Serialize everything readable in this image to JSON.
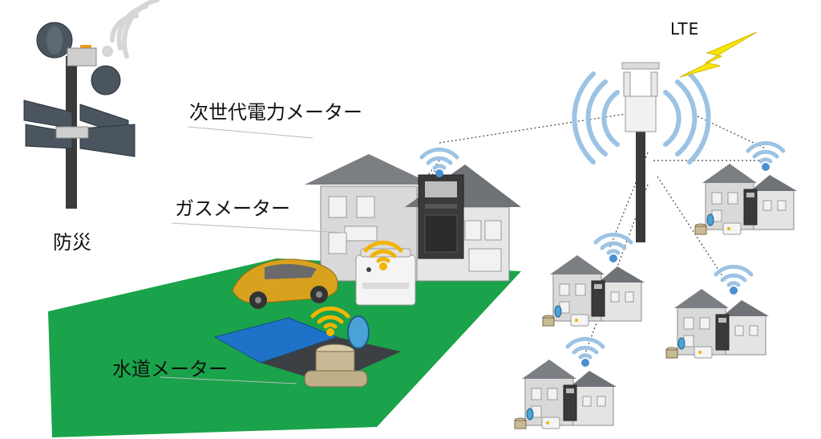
{
  "labels": {
    "disaster": "防災",
    "electric_meter": "次世代電力メーター",
    "gas_meter": "ガスメーター",
    "water_meter": "水道メーター",
    "lte": "LTE"
  },
  "colors": {
    "lawn": "#1aa34a",
    "house_wall": "#d9d9d9",
    "house_roof": "#7b7f84",
    "meter_dark": "#3a3a3a",
    "wifi_blue": "#9cc3e4",
    "wifi_yellow": "#f2b400",
    "lightning": "#f7e600",
    "car": "#d8a21e",
    "pool_blue": "#1e73c8",
    "tower": "#2f2f2f",
    "speaker": "#4a5560"
  },
  "icons": [
    "speaker-icon",
    "wifi-icon",
    "lightning-icon",
    "cell-tower-icon",
    "house-icon",
    "car-icon",
    "gas-meter-icon",
    "water-meter-icon",
    "smart-meter-icon"
  ]
}
